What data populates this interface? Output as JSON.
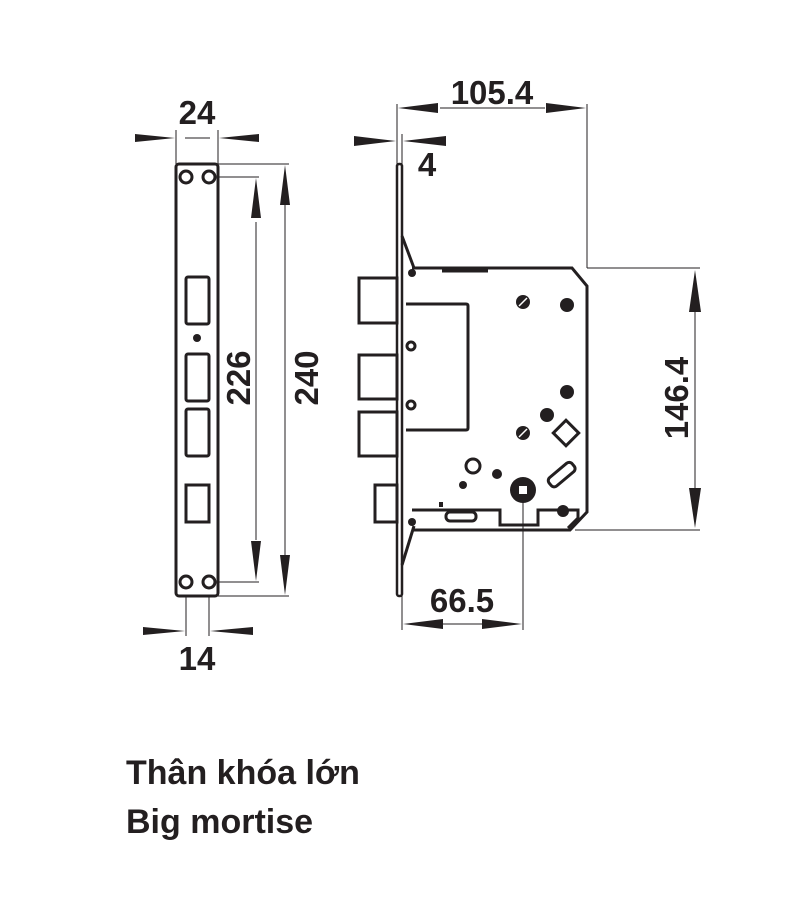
{
  "diagram": {
    "type": "technical-dimension-drawing",
    "subject": "Mortise lock body",
    "line_color": "#231f20",
    "background": "#ffffff",
    "faceplate_view": {
      "dimensions": {
        "width_top": "24",
        "hole_spacing_bottom": "14",
        "screw_hole_span": "226",
        "overall_height": "240"
      }
    },
    "side_view": {
      "dimensions": {
        "overall_depth": "105.4",
        "faceplate_thickness": "4",
        "body_height": "146.4",
        "backset": "66.5"
      }
    }
  },
  "caption": {
    "line1": "Thân khóa lớn",
    "line2": "Big mortise"
  }
}
